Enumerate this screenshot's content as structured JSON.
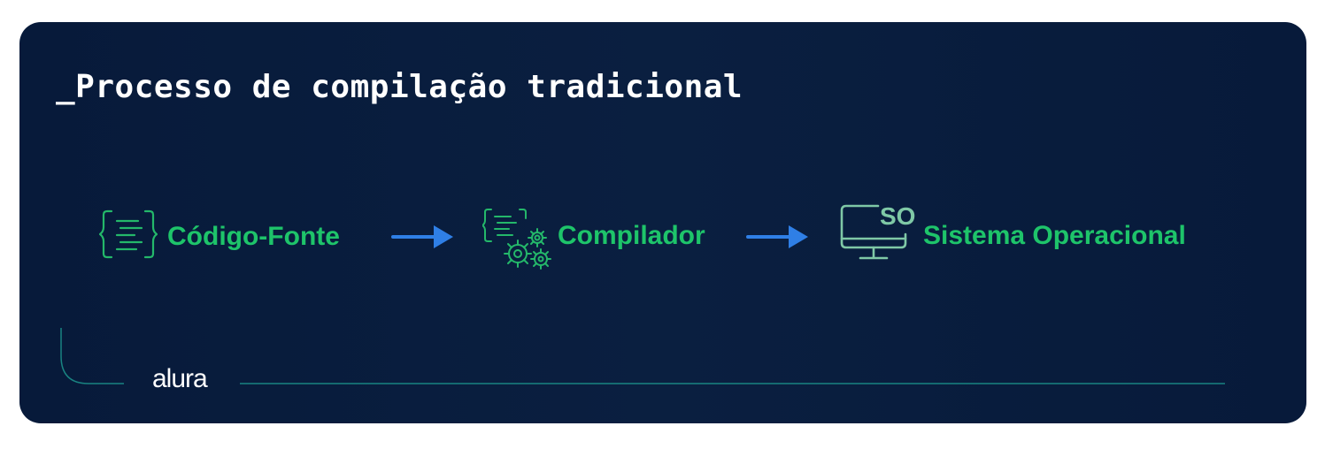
{
  "title": "_Processo de compilação tradicional",
  "nodes": [
    {
      "label": "Código-Fonte",
      "icon": "source-code-icon"
    },
    {
      "label": "Compilador",
      "icon": "compiler-gears-icon"
    },
    {
      "label": "Sistema Operacional",
      "icon": "monitor-icon",
      "icon_text": "SO"
    }
  ],
  "edges": [
    {
      "from": "Código-Fonte",
      "to": "Compilador"
    },
    {
      "from": "Compilador",
      "to": "Sistema Operacional"
    }
  ],
  "brand": "alura",
  "colors": {
    "background": "#071a3a",
    "node_text": "#1ec46a",
    "icon_stroke": "#24b86a",
    "monitor_stroke": "#7fc8a6",
    "arrow": "#2f7fe6",
    "frame_line": "#1c8f8a"
  }
}
